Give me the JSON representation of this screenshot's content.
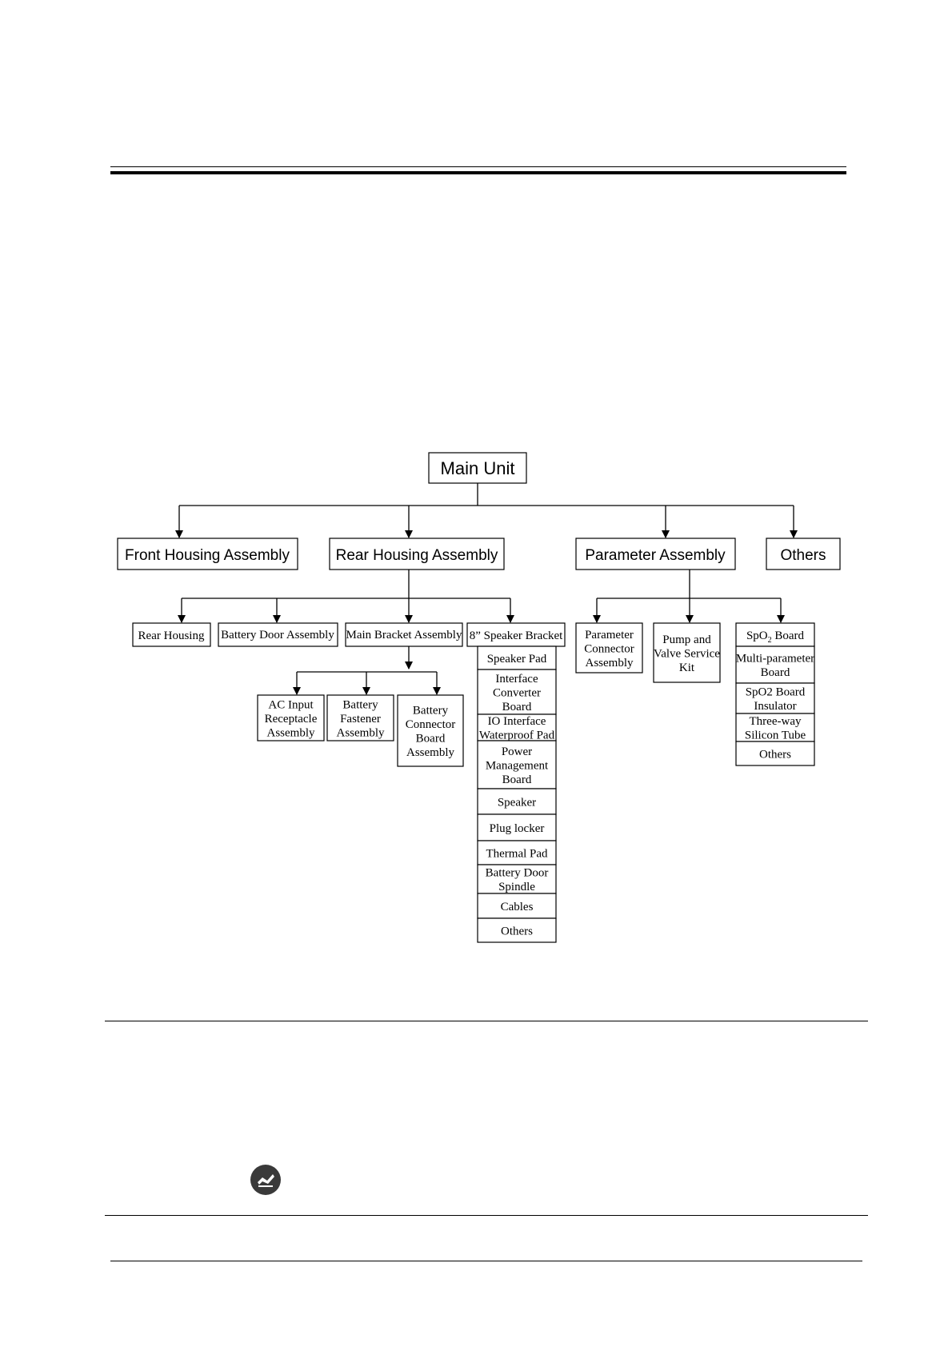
{
  "diagram": {
    "root": "Main Unit",
    "level1": [
      "Front Housing Assembly",
      "Rear Housing Assembly",
      "Parameter Assembly",
      "Others"
    ],
    "rear_children": [
      "Rear Housing",
      "Battery Door Assembly",
      "Main Bracket Assembly",
      "8” Speaker Bracket"
    ],
    "main_bracket_children": [
      [
        "AC Input",
        "Receptacle",
        "Assembly"
      ],
      [
        "Battery",
        "Fastener",
        "Assembly"
      ],
      [
        "Battery",
        "Connector",
        "Board",
        "Assembly"
      ]
    ],
    "speaker_bracket_list": [
      [
        "Speaker Pad"
      ],
      [
        "Interface",
        "Converter",
        "Board"
      ],
      [
        "IO Interface",
        "Waterproof Pad"
      ],
      [
        "Power",
        "Management",
        "Board"
      ],
      [
        "Speaker"
      ],
      [
        "Plug locker"
      ],
      [
        "Thermal Pad"
      ],
      [
        "Battery Door",
        "Spindle"
      ],
      [
        "Cables"
      ],
      [
        "Others"
      ]
    ],
    "parameter_children": [
      [
        "Parameter",
        "Connector",
        "Assembly"
      ],
      [
        "Pump and",
        "Valve Service",
        "Kit"
      ]
    ],
    "spo2_list": {
      "spo2_board": {
        "base": "SpO",
        "subscript": "2",
        "suffix": " Board"
      },
      "items": [
        [
          "Multi-parameter",
          "Board"
        ],
        [
          "SpO2 Board",
          "Insulator"
        ],
        [
          "Three-way",
          "Silicon Tube"
        ],
        [
          "Others"
        ]
      ]
    }
  },
  "icons": {
    "note": "note-hand-icon"
  }
}
